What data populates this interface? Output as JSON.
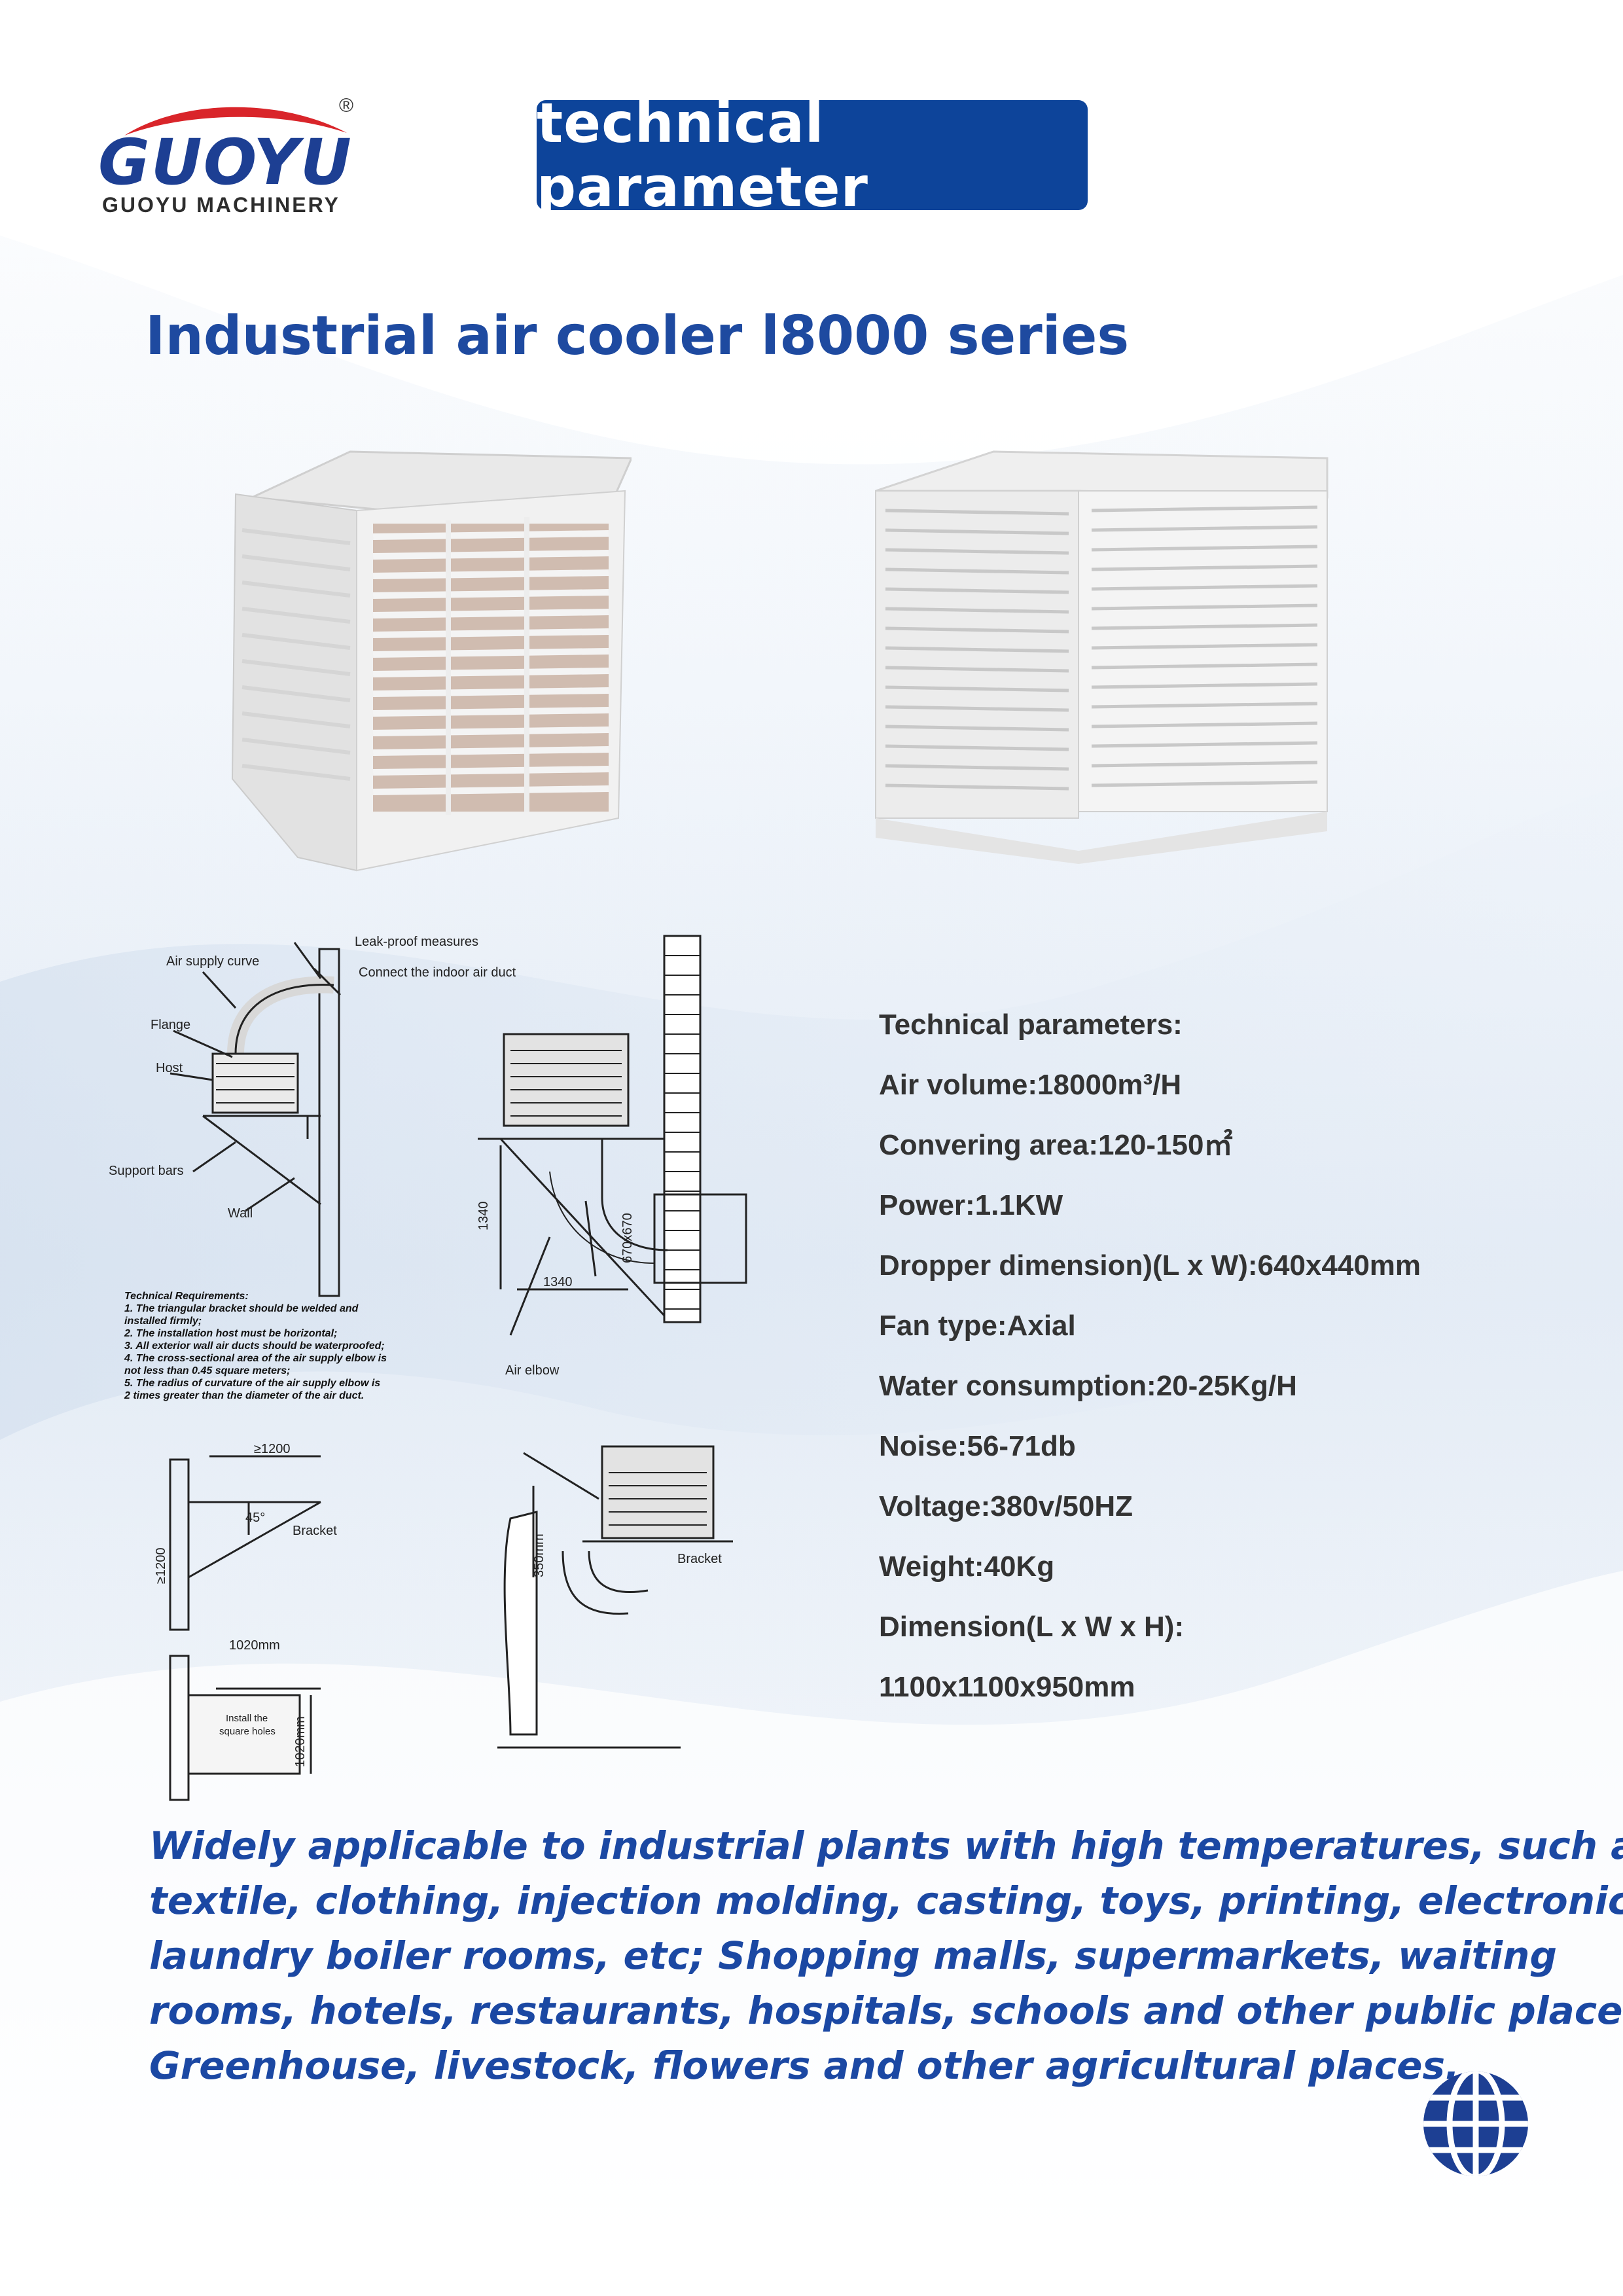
{
  "brand": {
    "name": "GUOYU",
    "subtitle": "GUOYU MACHINERY",
    "registered": "®",
    "logo_colors": {
      "blue": "#1d3f93",
      "red": "#d9252a"
    }
  },
  "header": {
    "label": "technical parameter",
    "bg": "#0d449a"
  },
  "title": "Industrial air cooler l8000 series",
  "diagram": {
    "labels": {
      "leak_proof": "Leak-proof measures",
      "air_supply": "Air supply curve",
      "connect": "Connect the indoor air duct",
      "flange": "Flange",
      "host": "Host",
      "support": "Support bars",
      "wall": "Wall",
      "air_elbow": "Air elbow",
      "dim_1340_v": "1340",
      "dim_1340_h": "1340",
      "dim_670": "670x670",
      "gt1200_h": "≥1200",
      "gt1200_v": "≥1200",
      "angle": "45°",
      "bracket1": "Bracket",
      "bracket2": "Bracket",
      "d350": "350mm",
      "d1020h": "1020mm",
      "d1020v": "1020mm",
      "install1": "Install the",
      "install2": "square holes"
    },
    "requirements": [
      "Technical Requirements:",
      "1. The triangular bracket should be welded and",
      "installed firmly;",
      "2. The installation host must be horizontal;",
      "3. All exterior wall air ducts should be waterproofed;",
      "4. The cross-sectional area of the air supply elbow is",
      "not less than 0.45 square meters;",
      "5. The radius of curvature of the air supply elbow is",
      "2 times greater than the diameter of the air duct."
    ]
  },
  "specs": [
    "Technical parameters:",
    "Air volume:18000m³/H",
    "Convering area:120-150㎡",
    "Power:1.1KW",
    "Dropper dimension)(L x W):640x440mm",
    "Fan type:Axial",
    "Water consumption:20-25Kg/H",
    "Noise:56-71db",
    "Voltage:380v/50HZ",
    "Weight:40Kg",
    "Dimension(L x W x H):",
    "1100x1100x950mm"
  ],
  "paragraph": [
    "Widely applicable to industrial plants with high temperatures, such as",
    "textile, clothing, injection molding, casting, toys, printing, electronics,",
    "laundry boiler rooms, etc; Shopping malls, supermarkets, waiting",
    "rooms, hotels, restaurants, hospitals, schools and other public places;",
    "Greenhouse, livestock, flowers and other agricultural places."
  ]
}
